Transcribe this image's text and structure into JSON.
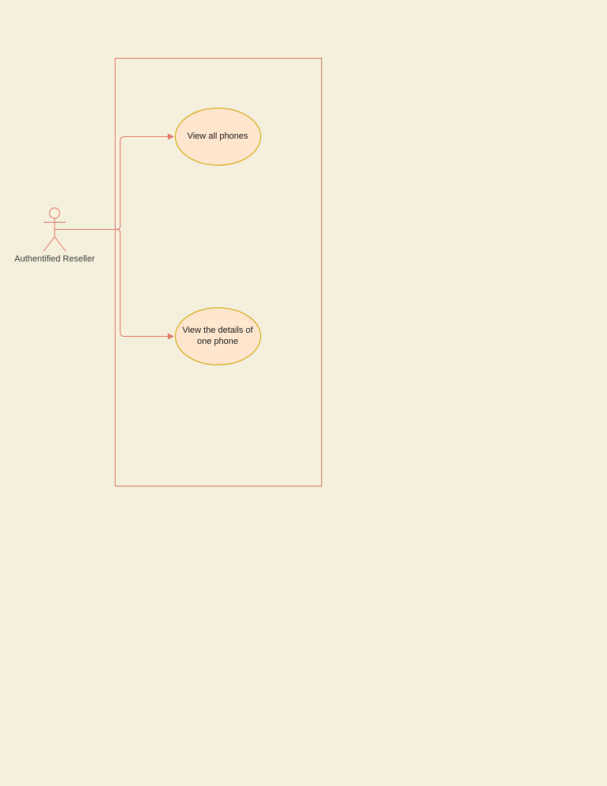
{
  "colors": {
    "background": "#f4f0dd",
    "stroke": "#e07a6a",
    "usecase_fill": "#ffe6cc",
    "usecase_stroke": "#d6a300"
  },
  "actor": {
    "label": "Authentified Reseller"
  },
  "use_cases": [
    {
      "label": "View all phones"
    },
    {
      "label": "View the details of one phone"
    }
  ]
}
